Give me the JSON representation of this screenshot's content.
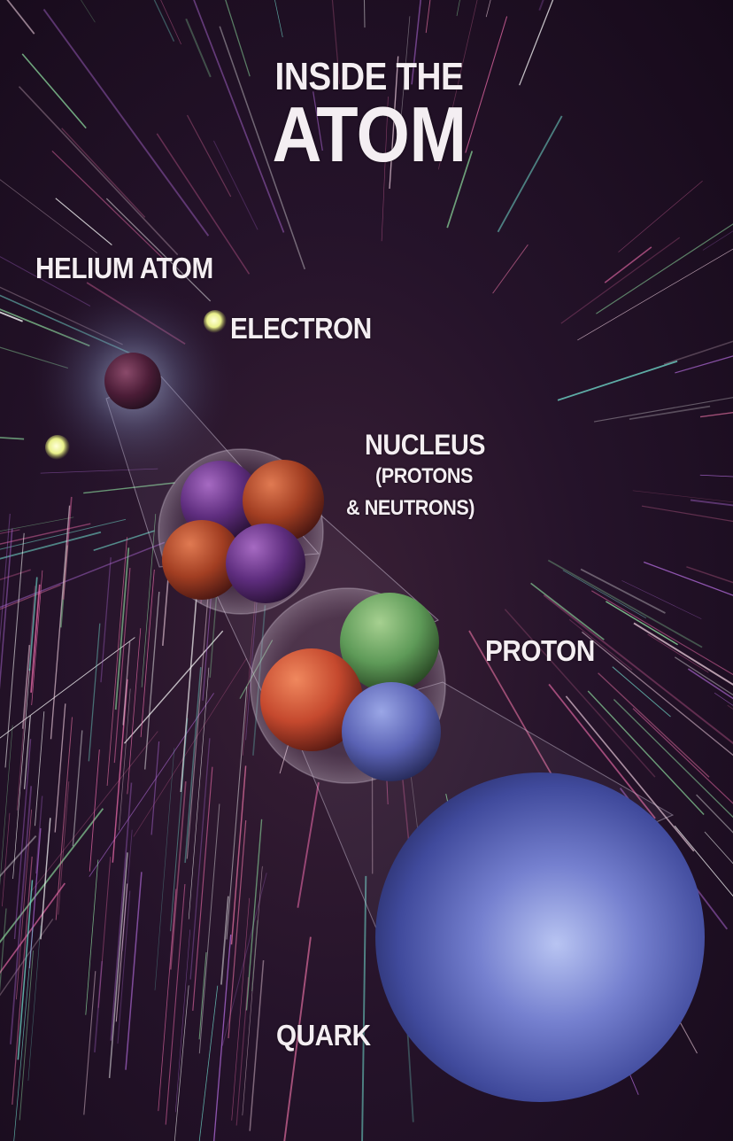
{
  "title": {
    "line1": "INSIDE THE",
    "line2": "ATOM"
  },
  "labels": {
    "helium_atom": "HELIUM ATOM",
    "electron": "ELECTRON",
    "nucleus": "NUCLEUS",
    "nucleus_sub1": "(PROTONS",
    "nucleus_sub2": "& NEUTRONS)",
    "proton": "PROTON",
    "quark": "QUARK"
  },
  "colors": {
    "background": "#1d0f22",
    "text": "#f4eef2",
    "proton_sphere": "#b5472c",
    "neutron_sphere": "#6a3a8e",
    "quark_red": "#c5492e",
    "quark_green": "#5e9a58",
    "quark_blue": "#5a62b4",
    "quark_sphere": "#5360b8",
    "electron": "#f3f79a"
  }
}
